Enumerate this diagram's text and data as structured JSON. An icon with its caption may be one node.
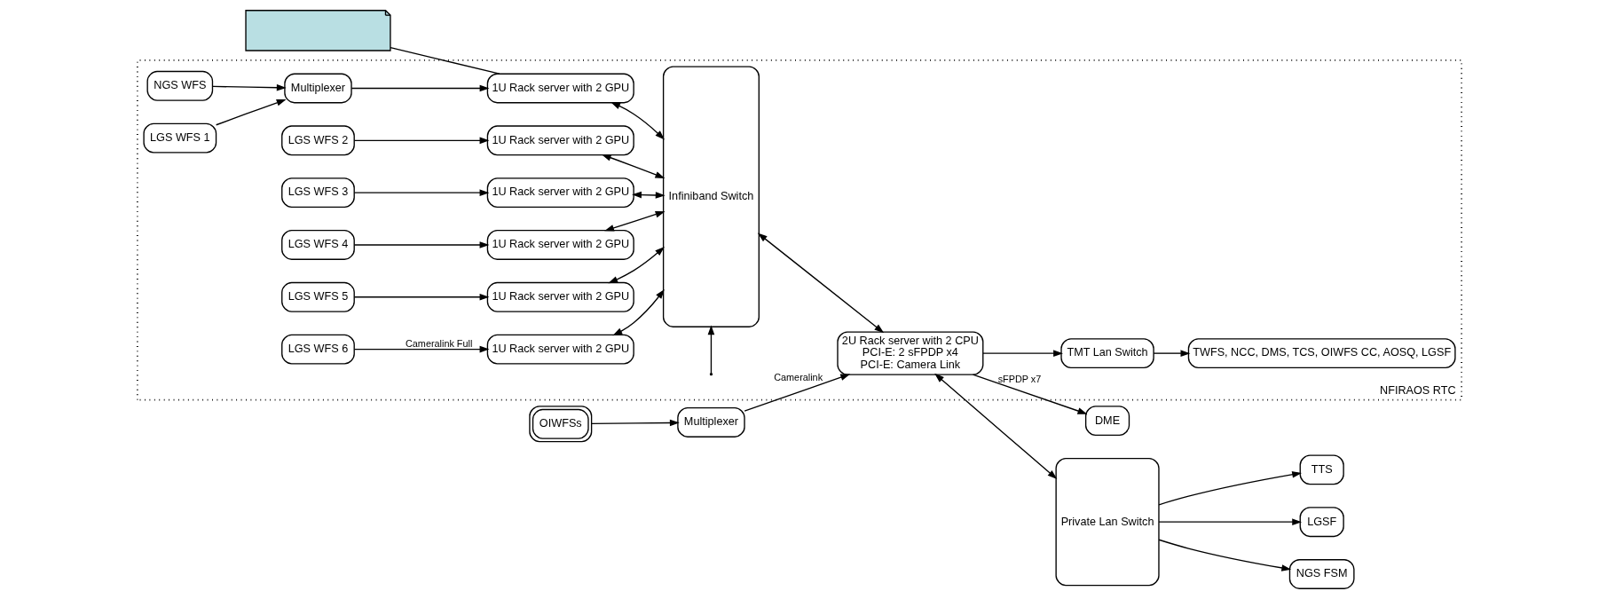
{
  "diagram": {
    "nodes": [
      {
        "text": [],
        "shape": "callout"
      },
      {
        "text": [
          "NFIRAOS RTC"
        ]
      },
      {
        "text": [
          "NGS WFS"
        ],
        "in": 1
      },
      {
        "text": [
          "LGS WFS 1"
        ],
        "in": 1
      },
      {
        "text": [
          "Multiplexer"
        ],
        "in": 1
      },
      {
        "text": [
          "1U Rack server with 2 GPU"
        ],
        "in": 1
      },
      {
        "text": [
          "LGS WFS 2"
        ],
        "in": 1
      },
      {
        "text": [
          "1U Rack server with 2 GPU"
        ],
        "in": 1
      },
      {
        "text": [
          "LGS WFS 3"
        ],
        "in": 1
      },
      {
        "text": [
          "1U Rack server with 2 GPU"
        ],
        "in": 1
      },
      {
        "text": [
          "LGS WFS 4"
        ],
        "in": 1
      },
      {
        "text": [
          "1U Rack server with 2 GPU"
        ],
        "in": 1
      },
      {
        "text": [
          "LGS WFS 5"
        ],
        "in": 1
      },
      {
        "text": [
          "1U Rack server with 2 GPU"
        ],
        "in": 1
      },
      {
        "text": [
          "LGS WFS 6"
        ],
        "in": 1
      },
      {
        "text": [
          "1U Rack server with 2 GPU"
        ],
        "in": 1
      },
      {
        "text": [
          "Infiniband Switch"
        ],
        "in": 1
      },
      {
        "text": [
          "2U Rack server with 2 CPU",
          "PCI-E: 2 sFPDP x4",
          "PCI-E: Camera Link"
        ],
        "in": 1
      },
      {
        "text": [
          "TMT Lan Switch"
        ],
        "in": 1
      },
      {
        "text": [
          "TWFS, NCC, DMS, TCS, OIWFS CC, AOSQ, LGSF"
        ],
        "in": 1
      },
      {
        "text": [
          "OIWFSs"
        ]
      },
      {
        "text": [
          "Multiplexer"
        ]
      },
      {
        "text": [
          "DME"
        ]
      },
      {
        "text": [
          "Private Lan Switch"
        ]
      },
      {
        "text": [
          "TTS"
        ]
      },
      {
        "text": [
          "LGSF"
        ]
      },
      {
        "text": [
          "NGS FSM"
        ]
      }
    ],
    "edges": [
      {
        "from": 0,
        "to": 5,
        "arrow": "none"
      },
      {
        "from": 2,
        "to": 4,
        "arrow": "to"
      },
      {
        "from": 3,
        "to": 4,
        "arrow": "to"
      },
      {
        "from": 4,
        "to": 5,
        "arrow": "to"
      },
      {
        "from": 6,
        "to": 7,
        "arrow": "to"
      },
      {
        "from": 8,
        "to": 9,
        "arrow": "to"
      },
      {
        "from": 10,
        "to": 11,
        "arrow": "to"
      },
      {
        "from": 12,
        "to": 13,
        "arrow": "to"
      },
      {
        "from": 14,
        "to": 15,
        "arrow": "to",
        "label": "Cameralink Full"
      },
      {
        "from": 5,
        "to": 16,
        "arrow": "both"
      },
      {
        "from": 7,
        "to": 16,
        "arrow": "both"
      },
      {
        "from": 9,
        "to": 16,
        "arrow": "both"
      },
      {
        "from": 11,
        "to": 16,
        "arrow": "both"
      },
      {
        "from": 13,
        "to": 16,
        "arrow": "both"
      },
      {
        "from": 15,
        "to": 16,
        "arrow": "both"
      },
      {
        "from": null,
        "to": 16,
        "arrow": "to"
      },
      {
        "from": 16,
        "to": 17,
        "arrow": "both"
      },
      {
        "from": 20,
        "to": 21,
        "arrow": "to"
      },
      {
        "from": 21,
        "to": 17,
        "arrow": "to",
        "label": "Cameralink"
      },
      {
        "from": 17,
        "to": 22,
        "arrow": "to",
        "label": "sFPDP x7"
      },
      {
        "from": 17,
        "to": 23,
        "arrow": "both"
      },
      {
        "from": 23,
        "to": 24,
        "arrow": "to"
      },
      {
        "from": 23,
        "to": 25,
        "arrow": "to"
      },
      {
        "from": 23,
        "to": 26,
        "arrow": "to"
      },
      {
        "from": 17,
        "to": 18,
        "arrow": "to"
      },
      {
        "from": 18,
        "to": 19,
        "arrow": "to"
      }
    ]
  }
}
